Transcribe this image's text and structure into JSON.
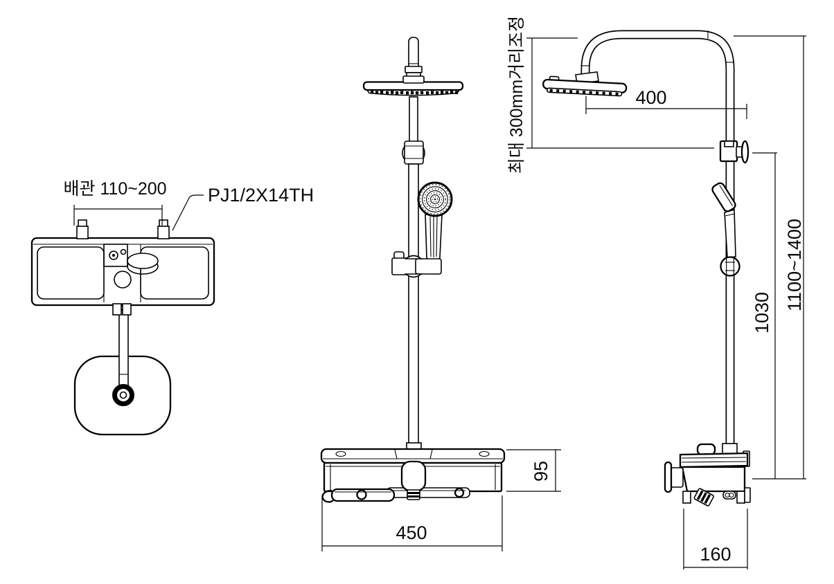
{
  "drawing_title": "shower-system-dimension-drawing",
  "colors": {
    "line": "#000000",
    "background": "#ffffff"
  },
  "top_view": {
    "dim_pipe_spacing": "배관 110~200",
    "thread_label": "PJ1/2X14TH"
  },
  "front_view": {
    "dim_width": "450",
    "dim_body_height": "95"
  },
  "side_view": {
    "dim_head_offset": "400",
    "dim_height_adjust": "최대 300mm거리조정",
    "dim_column_height": "1030",
    "dim_overall_height": "1100~1400",
    "dim_body_depth": "160"
  }
}
